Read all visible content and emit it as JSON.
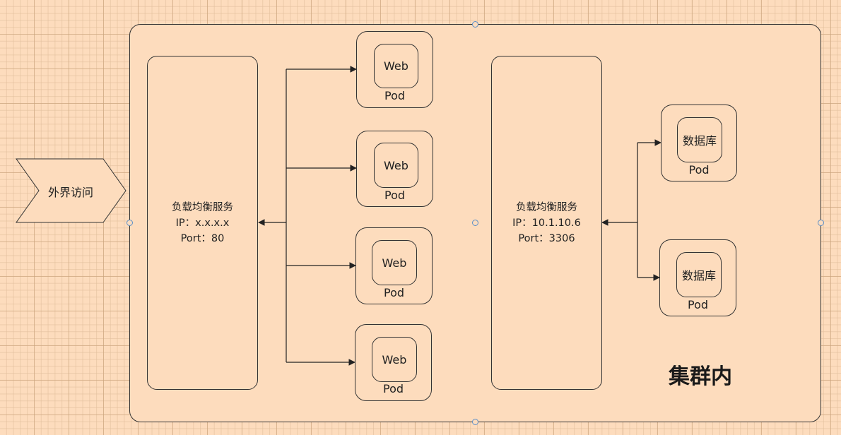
{
  "external": {
    "label": "外界访问"
  },
  "cluster": {
    "title": "集群内"
  },
  "web_lb": {
    "name": "负载均衡服务",
    "ip": "IP：x.x.x.x",
    "port": "Port：80"
  },
  "db_lb": {
    "name": "负载均衡服务",
    "ip": "IP：10.1.10.6",
    "port": "Port：3306"
  },
  "web_pods": [
    {
      "inner": "Web",
      "label": "Pod"
    },
    {
      "inner": "Web",
      "label": "Pod"
    },
    {
      "inner": "Web",
      "label": "Pod"
    },
    {
      "inner": "Web",
      "label": "Pod"
    }
  ],
  "db_pods": [
    {
      "inner": "数据库",
      "label": "Pod"
    },
    {
      "inner": "数据库",
      "label": "Pod"
    }
  ],
  "colors": {
    "background": "#fddcbd",
    "stroke": "#333333",
    "handle": "#5b8fc9"
  }
}
